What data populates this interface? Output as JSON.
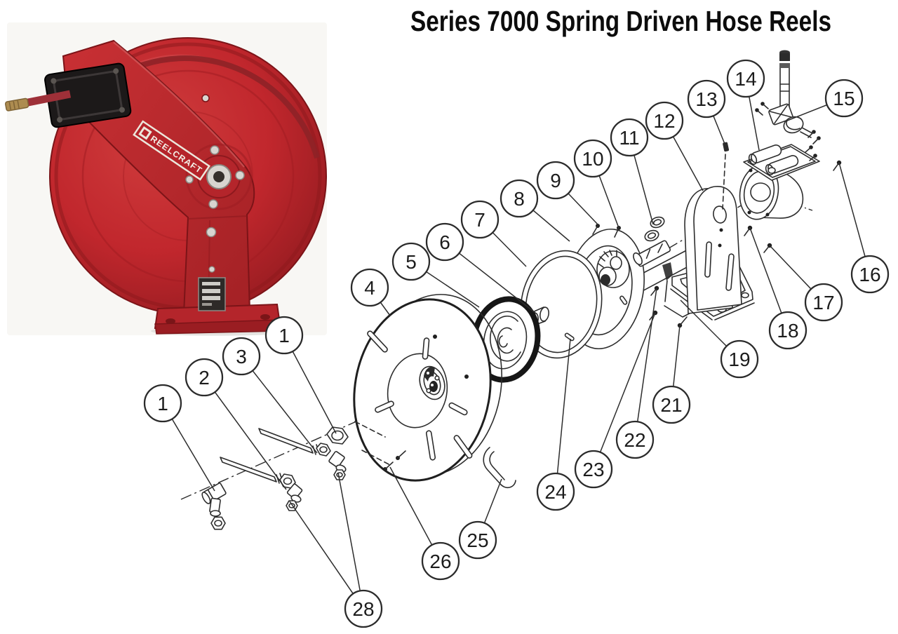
{
  "title": "Series 7000 Spring Driven Hose Reels",
  "product_photo": {
    "brand_label": "REELCRAFT"
  },
  "diagram": {
    "description": "Exploded parts view with numbered callouts",
    "callouts": [
      {
        "n": "1"
      },
      {
        "n": "2"
      },
      {
        "n": "3"
      },
      {
        "n": "1"
      },
      {
        "n": "4"
      },
      {
        "n": "5"
      },
      {
        "n": "6"
      },
      {
        "n": "7"
      },
      {
        "n": "8"
      },
      {
        "n": "9"
      },
      {
        "n": "10"
      },
      {
        "n": "11"
      },
      {
        "n": "12"
      },
      {
        "n": "13"
      },
      {
        "n": "14"
      },
      {
        "n": "15"
      },
      {
        "n": "16"
      },
      {
        "n": "17"
      },
      {
        "n": "18"
      },
      {
        "n": "19"
      },
      {
        "n": "21"
      },
      {
        "n": "22"
      },
      {
        "n": "23"
      },
      {
        "n": "24"
      },
      {
        "n": "25"
      },
      {
        "n": "26"
      },
      {
        "n": "28"
      }
    ]
  },
  "colors": {
    "reel_red": "#c1272d",
    "reel_red_dark": "#8e191e",
    "line_color": "#2d2d2d",
    "black_guide": "#1c1919",
    "brass": "#ad8c50",
    "metal_silver": "#d8d5d0",
    "background": "#ffffff"
  }
}
